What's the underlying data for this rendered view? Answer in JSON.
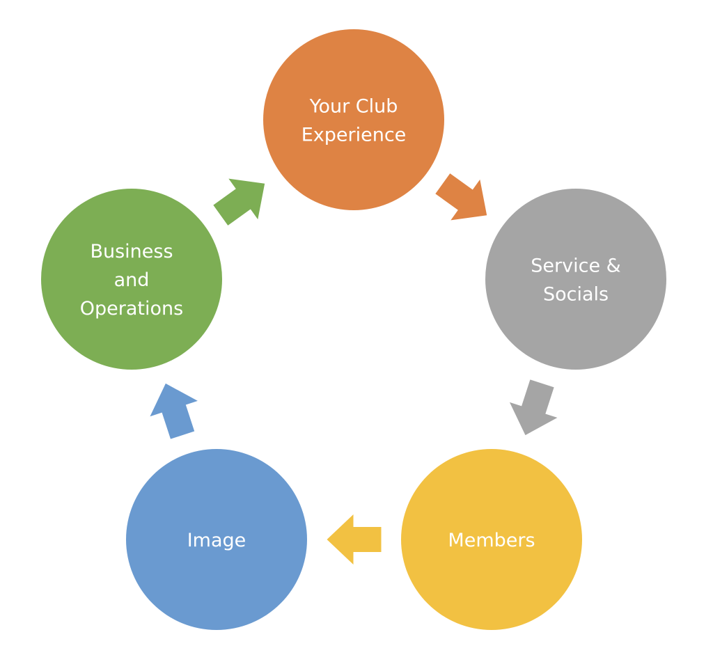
{
  "diagram": {
    "type": "cycle",
    "nodes": [
      {
        "id": "club-experience",
        "lines": [
          "Your Club",
          "Experience"
        ],
        "color": "#DE8344"
      },
      {
        "id": "service-socials",
        "lines": [
          "Service &",
          "Socials"
        ],
        "color": "#A5A5A5"
      },
      {
        "id": "members",
        "lines": [
          "Members"
        ],
        "color": "#F2C142"
      },
      {
        "id": "image",
        "lines": [
          "Image"
        ],
        "color": "#6A9AD0"
      },
      {
        "id": "business-operations",
        "lines": [
          "Business",
          "and",
          "Operations"
        ],
        "color": "#7DAE54"
      }
    ],
    "arrows": [
      {
        "from": "club-experience",
        "to": "service-socials",
        "color": "#DE8344"
      },
      {
        "from": "service-socials",
        "to": "members",
        "color": "#A5A5A5"
      },
      {
        "from": "members",
        "to": "image",
        "color": "#F2C142"
      },
      {
        "from": "image",
        "to": "business-operations",
        "color": "#6A9AD0"
      },
      {
        "from": "business-operations",
        "to": "club-experience",
        "color": "#7DAE54"
      }
    ]
  }
}
